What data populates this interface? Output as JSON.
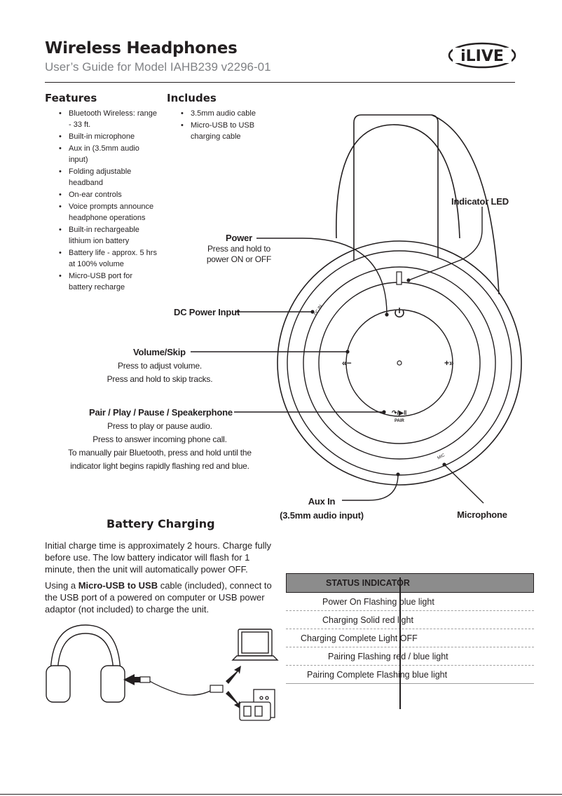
{
  "header": {
    "title": "Wireless Headphones",
    "subtitle": "User’s Guide for Model IAHB239 v2296-01",
    "logo_text": "iLIVE"
  },
  "features": {
    "heading": "Features",
    "items": [
      "Bluetooth Wireless: range - 33 ft.",
      "Built-in microphone",
      "Aux in (3.5mm audio input)",
      "Folding adjustable headband",
      "On-ear controls",
      "Voice prompts announce headphone operations",
      "Built-in rechargeable lithium ion battery",
      "Battery life - approx. 5 hrs at 100% volume",
      "Micro-USB port for battery recharge"
    ]
  },
  "includes": {
    "heading": "Includes",
    "items": [
      "3.5mm audio cable",
      "Micro-USB to USB charging cable"
    ]
  },
  "callouts": {
    "indicator_led": "Indicator LED",
    "power_title": "Power",
    "power_desc1": "Press and hold to",
    "power_desc2": "power ON or OFF",
    "dc_input": "DC Power Input",
    "volume_title": "Volume/Skip",
    "volume_desc1": "Press to adjust volume.",
    "volume_desc2": "Press and hold to skip tracks.",
    "pair_title": "Pair / Play / Pause / Speakerphone",
    "pair_desc1": "Press to play or pause audio.",
    "pair_desc2": "Press to answer incoming phone call.",
    "pair_desc3": "To manually pair Bluetooth, press and hold until the",
    "pair_desc4": "indicator light begins rapidly flashing red and blue.",
    "aux_title": "Aux In",
    "aux_desc": "(3.5mm audio input)",
    "microphone": "Microphone",
    "dc_in_mark": "DC IN",
    "mic_mark": "MIC",
    "pair_mark": "PAIR",
    "minus_mark": "«−",
    "plus_mark": "+»"
  },
  "battery": {
    "heading": "Battery Charging",
    "para1": "Initial charge time is approximately 2 hours. Charge fully before use. The low battery indicator will flash for 1 minute, then the unit will automatically power OFF.",
    "para2_pre": "Using a ",
    "para2_bold": "Micro-USB to USB",
    "para2_post": " cable (included), connect to the USB port of a powered on computer or USB power adaptor (not included) to charge the unit."
  },
  "status_table": {
    "header": "STATUS INDICATOR",
    "rows": [
      "Power On Flashing blue light",
      "Charging Solid red light",
      "Charging Complete Light OFF",
      "Pairing Flashing red / blue light",
      "Pairing Complete Flashing blue light"
    ]
  }
}
